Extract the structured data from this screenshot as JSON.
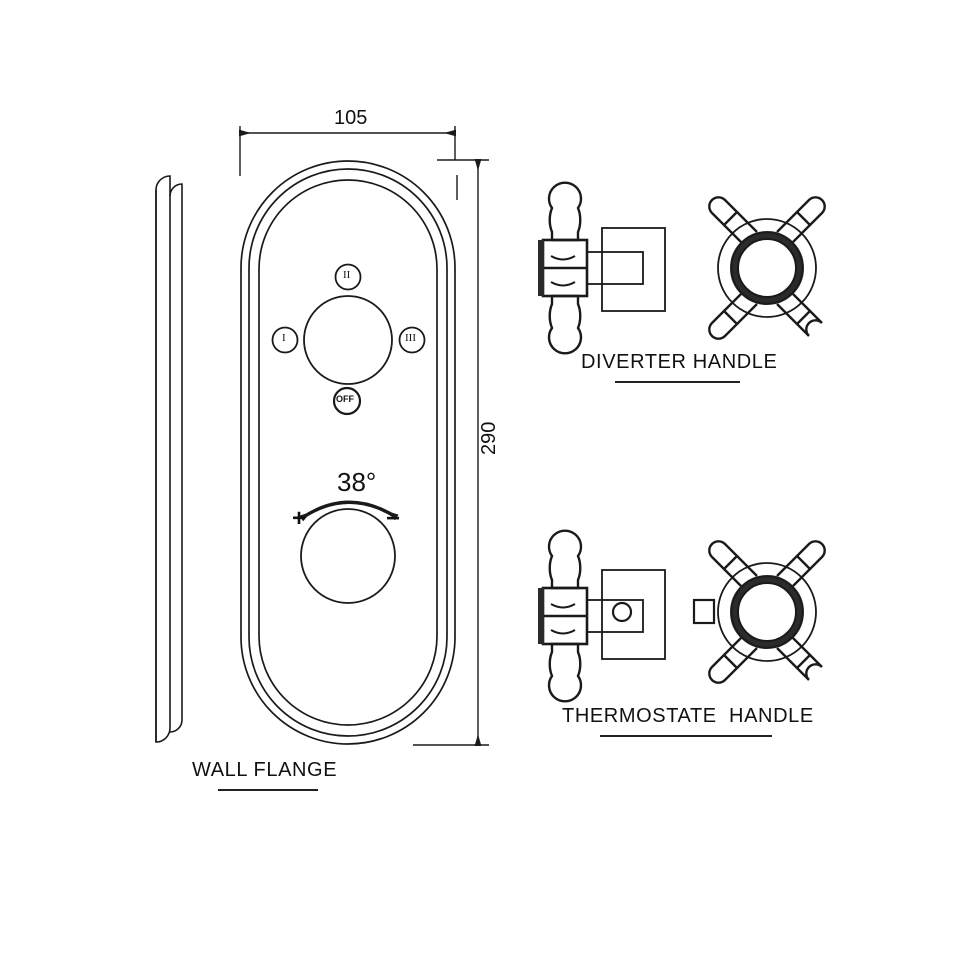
{
  "drawing": {
    "type": "technical-line-drawing",
    "subject": "concealed thermostatic shower valve plate with handles",
    "background_color": "#ffffff",
    "line_color": "#1a1a1a"
  },
  "wall_flange": {
    "caption": "WALL FLANGE",
    "shape": "stadium / rounded-rectangle plate, three concentric outlines",
    "dimensions": {
      "width_label": "105",
      "height_label": "290",
      "units_note": ""
    },
    "diverter_dial": {
      "positions": [
        {
          "key": "top",
          "label": "II"
        },
        {
          "key": "left",
          "label": "I"
        },
        {
          "key": "right",
          "label": "III"
        },
        {
          "key": "bottom",
          "label": "OFF"
        }
      ]
    },
    "thermostat_dial": {
      "temperature_label": "38°",
      "increase_symbol": "+",
      "decrease_symbol": "−"
    }
  },
  "details": [
    {
      "id": "diverter",
      "caption": "DIVERTER HANDLE",
      "side_view": "cross handle with spindle and rectangular body",
      "front_view": "four-arm cross handle over circular flange",
      "has_body_port": false,
      "has_side_tab": false
    },
    {
      "id": "thermostate",
      "caption": "THERMOSTATE  HANDLE",
      "side_view": "cross handle with spindle and rectangular body with port",
      "front_view": "four-arm cross handle over circular flange with side tab",
      "has_body_port": true,
      "has_side_tab": true
    }
  ]
}
